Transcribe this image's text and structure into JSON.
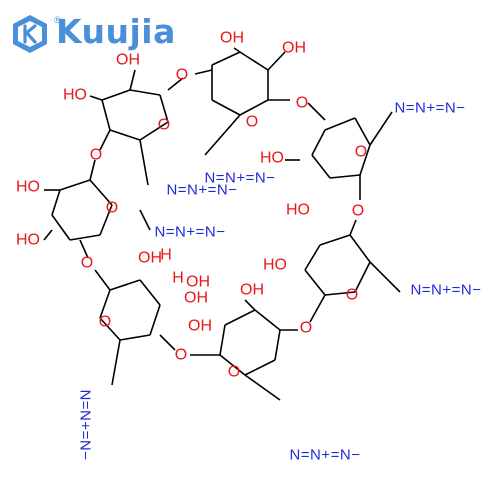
{
  "brand": {
    "name": "Kuujia",
    "registered": "®"
  },
  "molecule": {
    "hydroxyl_label": "HO",
    "hydroxyl_label_right": "OH",
    "oxygen_label": "O",
    "azide_label": "N=N+=N−",
    "partial_label": "H",
    "colors": {
      "oxygen": "#e8181b",
      "nitrogen": "#1f2bd6",
      "bond": "#000000",
      "brand": "#4a90d9"
    }
  }
}
